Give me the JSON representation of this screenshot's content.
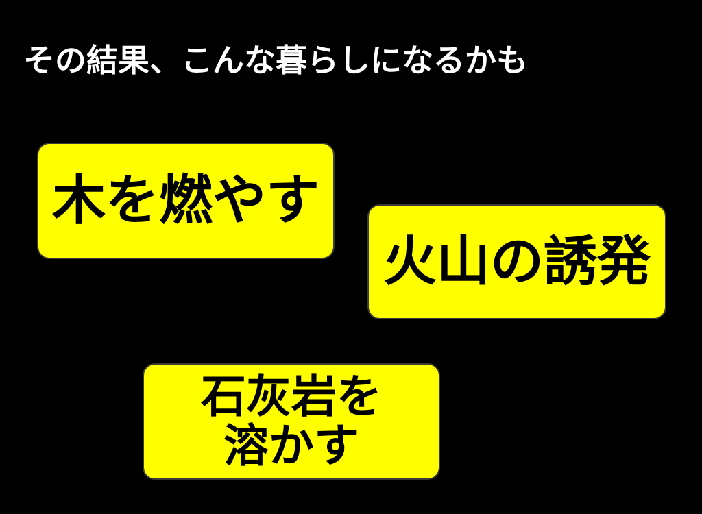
{
  "slide": {
    "title": "その結果、こんな暮らしになるかも",
    "boxes": [
      {
        "lines": [
          "木を燃やす"
        ]
      },
      {
        "lines": [
          "火山の誘発"
        ]
      },
      {
        "lines": [
          "石灰岩を",
          "溶かす"
        ]
      }
    ]
  },
  "colors": {
    "background": "#000000",
    "title_text": "#ffffff",
    "box_fill": "#ffff00",
    "box_text": "#000000"
  }
}
